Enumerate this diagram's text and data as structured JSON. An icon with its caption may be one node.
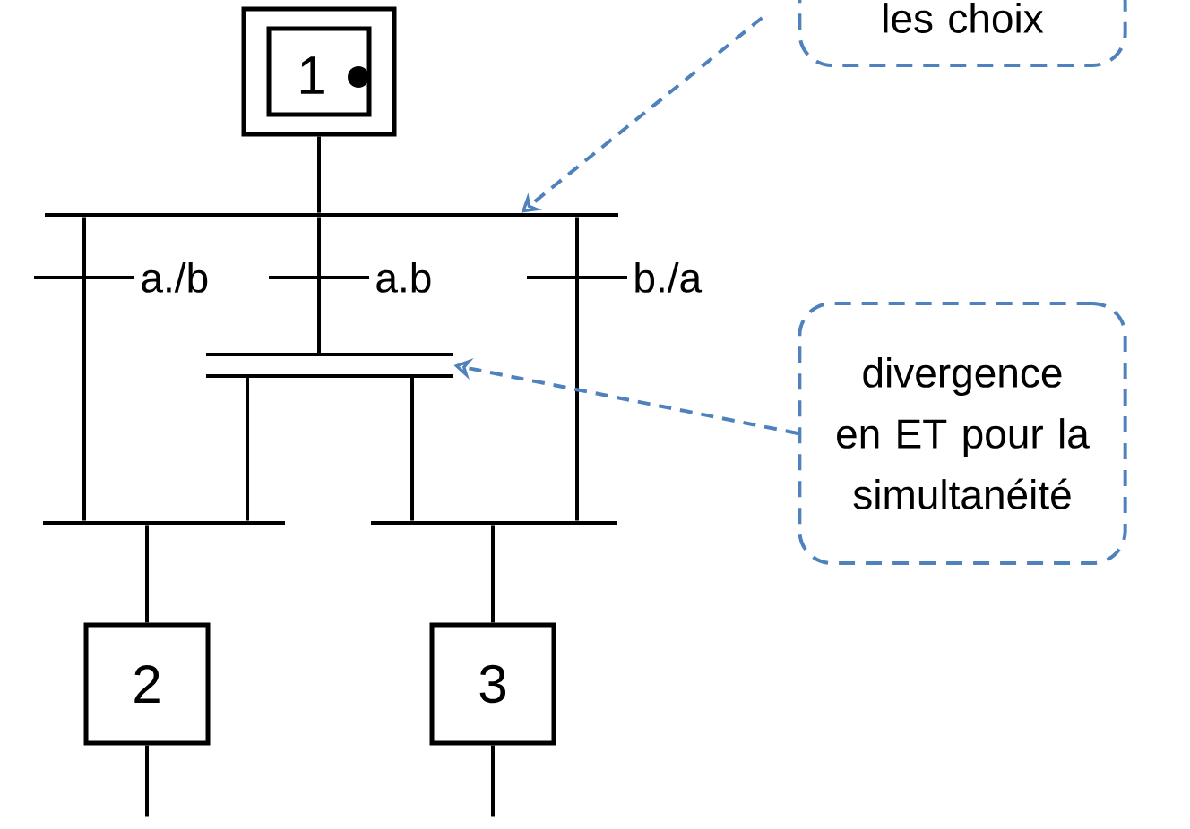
{
  "diagram": {
    "nodes": [
      {
        "text": [
          "1"
        ]
      },
      {
        "text": [],
        "shape": "bar"
      },
      {
        "text": [
          "les choix"
        ]
      },
      {
        "text": [],
        "shape": "bar"
      },
      {
        "text": [
          "divergence en ET pour la simultanéité"
        ]
      },
      {
        "text": [],
        "shape": "bar"
      },
      {
        "text": [],
        "shape": "bar"
      },
      {
        "text": [
          "2"
        ]
      },
      {
        "text": [
          "3"
        ]
      }
    ],
    "edges": [
      {
        "from": 0,
        "to": 1,
        "arrow": "none"
      },
      {
        "from": 1,
        "to": 5,
        "arrow": "none",
        "label": "a./b"
      },
      {
        "from": 1,
        "to": 3,
        "arrow": "none",
        "label": "a.b"
      },
      {
        "from": 1,
        "to": 6,
        "arrow": "none",
        "label": "b./a"
      },
      {
        "from": 3,
        "to": 5,
        "arrow": "none"
      },
      {
        "from": 3,
        "to": 6,
        "arrow": "none"
      },
      {
        "from": 5,
        "to": 7,
        "arrow": "none"
      },
      {
        "from": 6,
        "to": 8,
        "arrow": "none"
      },
      {
        "from": 2,
        "to": 1,
        "arrow": "to",
        "style": "dashed",
        "color": "#4f81bd"
      },
      {
        "from": 4,
        "to": 3,
        "arrow": "to",
        "style": "dashed",
        "color": "#4f81bd"
      },
      {
        "from": 7,
        "to": null,
        "arrow": "none"
      },
      {
        "from": 8,
        "to": null,
        "arrow": "none"
      }
    ]
  }
}
